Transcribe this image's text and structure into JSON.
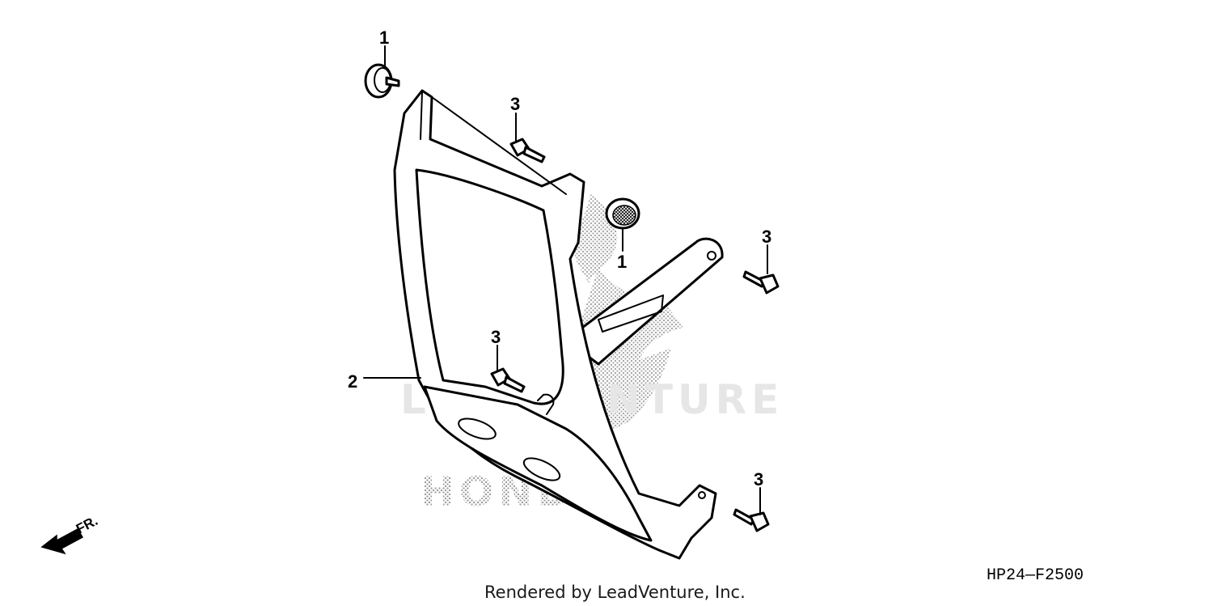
{
  "diagram": {
    "code": "HP24—F2500",
    "credit": "Rendered by LeadVenture, Inc.",
    "direction_label": "FR.",
    "watermark": {
      "brand_text": "HONDA",
      "dealer_text": "LEADVENTURE"
    },
    "callouts": [
      {
        "id": "cushion-top",
        "label": "1"
      },
      {
        "id": "cushion-mid",
        "label": "1"
      },
      {
        "id": "guard",
        "label": "2"
      },
      {
        "id": "bolt-upper",
        "label": "3"
      },
      {
        "id": "bolt-right",
        "label": "3"
      },
      {
        "id": "bolt-middle",
        "label": "3"
      },
      {
        "id": "bolt-lower",
        "label": "3"
      }
    ]
  },
  "colors": {
    "line": "#000000",
    "watermark_stipple": "#9a9a9a",
    "watermark_text": "#e6e6e6"
  }
}
